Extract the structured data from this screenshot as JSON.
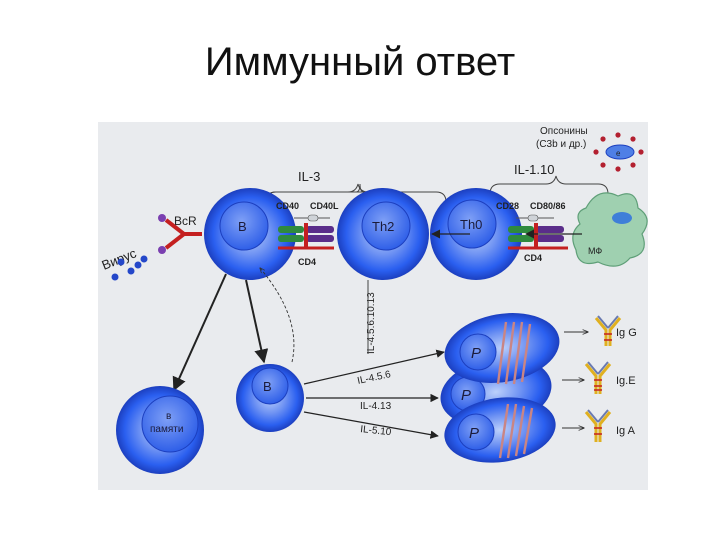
{
  "slide": {
    "title": "Иммунный ответ"
  },
  "diagram": {
    "opsonins": "Опсонины",
    "opsonins_sub": "(С3b и др.)",
    "virus": "Вирус",
    "bcr": "BcR",
    "il3": "IL-3",
    "il110": "IL-1.10",
    "cd40": "CD40",
    "cd40l": "CD40L",
    "cd4_left": "CD4",
    "cd28": "CD28",
    "cd8086": "CD80/86",
    "cd4_right": "CD4",
    "cell_b": "B",
    "cell_th2": "Th2",
    "cell_th0": "Th0",
    "macrophage": "МФ",
    "vertical_il": "IL-4.5.6.10.13",
    "cell_b2": "B",
    "memory_line1": "в",
    "memory_line2": "памяти",
    "il_456": "IL-4.5.6",
    "il_413": "IL-4.13",
    "il_510": "IL-5.10",
    "plasma": "P",
    "igg": "Ig G",
    "ige": "Ig.E",
    "iga": "Ig A"
  },
  "colors": {
    "cell_blue": "#2a5ff0",
    "cell_light": "#9fbaf7",
    "background": "#e9ebee",
    "receptor_red": "#c42020",
    "receptor_green": "#2f8a3e",
    "receptor_purple": "#5a2d8a",
    "macrophage_green": "#9fd0b0"
  }
}
